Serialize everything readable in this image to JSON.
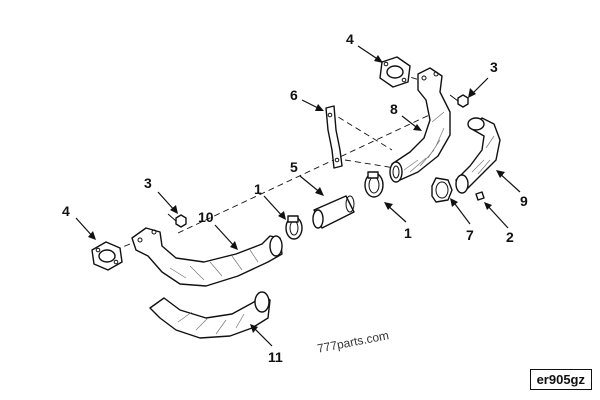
{
  "diagram": {
    "callouts": {
      "c4a": "4",
      "c3a": "3",
      "c6": "6",
      "c8": "8",
      "c3b": "3",
      "c5": "5",
      "c1a": "1",
      "c10": "10",
      "c4b": "4",
      "c1b": "1",
      "c7": "7",
      "c2": "2",
      "c9": "9",
      "c11": "11"
    }
  },
  "watermark": "777parts.com",
  "reference_code": "er905gz"
}
